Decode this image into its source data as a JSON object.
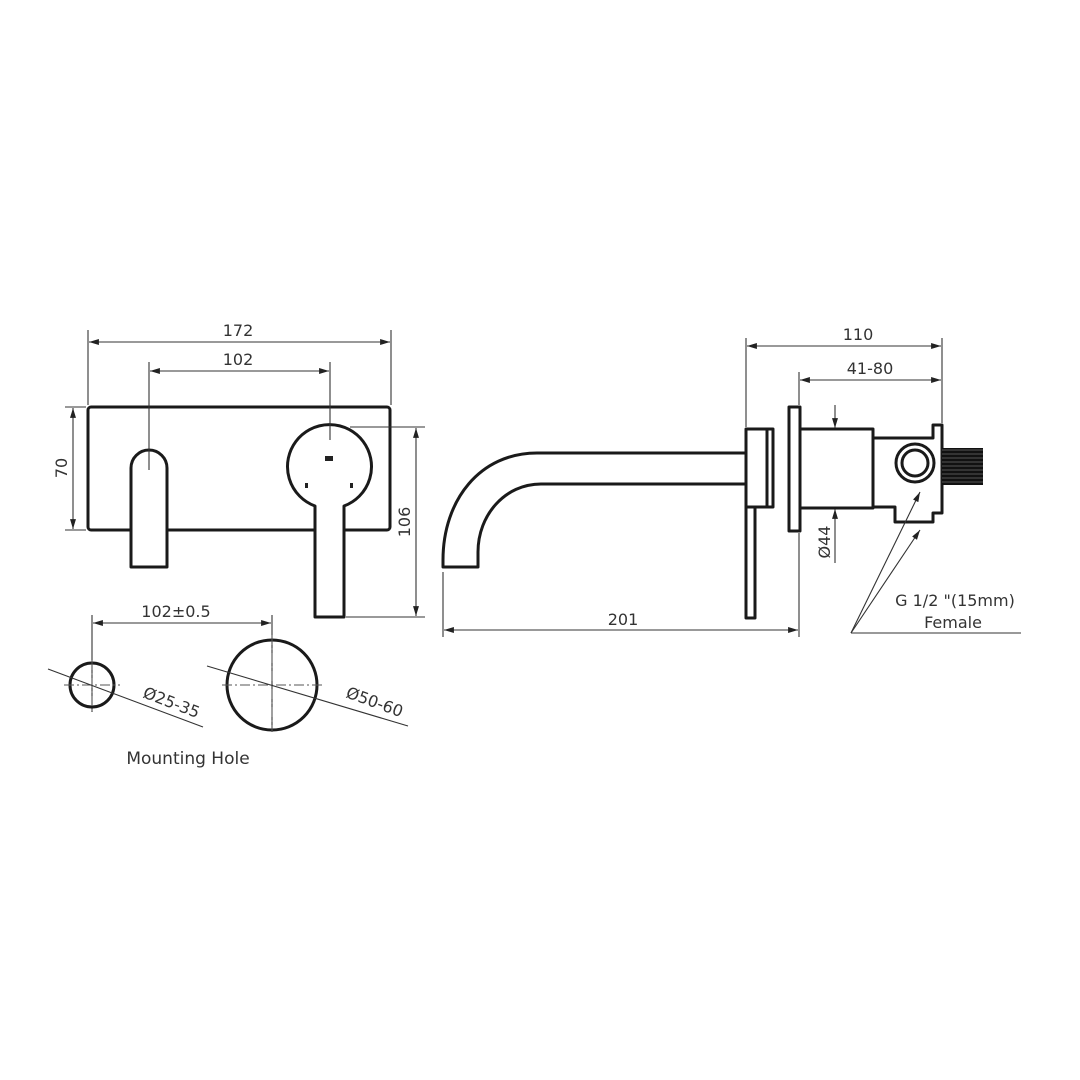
{
  "front_view": {
    "dim_overall_width": "172",
    "dim_centers": "102",
    "dim_plate_height": "70",
    "dim_total_height": "106"
  },
  "mounting_hole": {
    "dim_spacing": "102±0.5",
    "dim_small_hole": "Ø25-35",
    "dim_large_hole": "Ø50-60",
    "label": "Mounting Hole"
  },
  "side_view": {
    "dim_depth": "110",
    "dim_wall_range": "41-80",
    "dim_body_diameter": "Ø44",
    "dim_spout_reach": "201",
    "thread_label_line1": "G 1/2 \"(15mm)",
    "thread_label_line2": "Female"
  },
  "colors": {
    "line": "#1a1a1a",
    "background": "#ffffff"
  }
}
